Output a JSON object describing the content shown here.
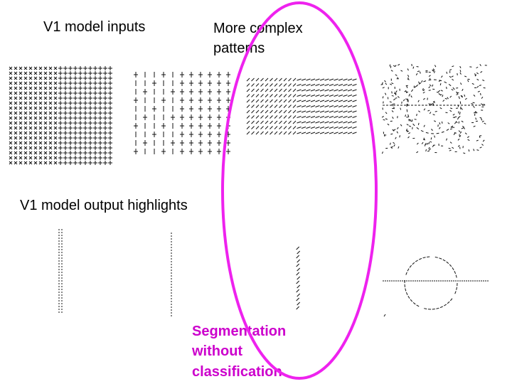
{
  "labels": {
    "inputs_title": "V1 model inputs",
    "complex_line1": "More complex",
    "complex_line2": "patterns",
    "output_title": "V1 model output highlights",
    "seg_line1": "Segmentation",
    "seg_line2": "without",
    "seg_line3": "classification"
  },
  "colors": {
    "text": "#000000",
    "highlight": "#cc00cc",
    "ellipse": "#ee22ee",
    "marks": "#111111"
  },
  "panels": {
    "input": [
      "cross-texture-grid",
      "plus-texture-grid",
      "oblique-bar-texture",
      "noisy-circle-texture"
    ],
    "output": [
      "vertical-boundary-highlight",
      "vertical-boundary-highlight",
      "oblique-boundary-highlight",
      "circle-and-line-highlight"
    ]
  }
}
